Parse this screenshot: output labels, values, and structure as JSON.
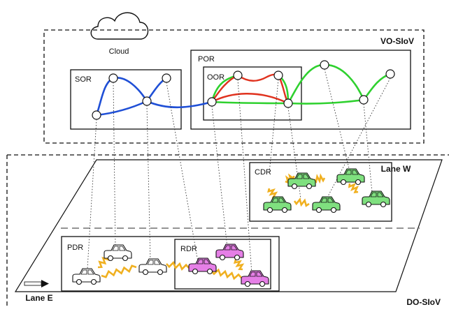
{
  "labels": {
    "cloud": "Cloud",
    "vo_slov": "VO-SIoV",
    "do_slov": "DO-SIoV",
    "sor": "SOR",
    "por": "POR",
    "oor": "OOR",
    "cdr": "CDR",
    "pdr": "PDR",
    "rdr": "RDR",
    "lane_w": "Lane W",
    "lane_e": "Lane E"
  },
  "colors": {
    "sor_path": "#1f4fd6",
    "por_path": "#2fd12f",
    "oor_path": "#e0321e",
    "green_car": "#7fe07f",
    "magenta_car": "#e57fe6",
    "white_car": "#ffffff",
    "link": "#f0b020"
  }
}
